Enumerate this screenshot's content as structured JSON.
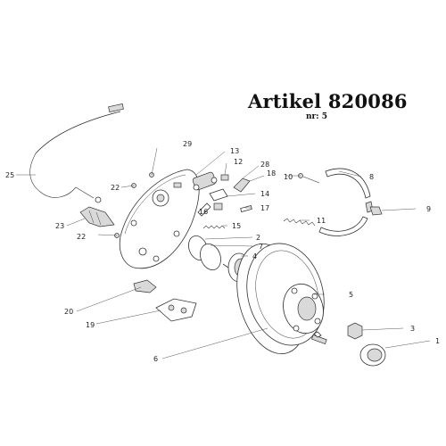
{
  "header": {
    "title": "Artikel 820086",
    "subtitle": "nr: 5"
  },
  "callouts": [
    "1",
    "2",
    "3",
    "4",
    "5",
    "6",
    "7",
    "8",
    "9",
    "10",
    "11",
    "12",
    "13",
    "14",
    "15",
    "16",
    "17",
    "18",
    "19",
    "20",
    "22",
    "22",
    "23",
    "25",
    "28",
    "29"
  ]
}
